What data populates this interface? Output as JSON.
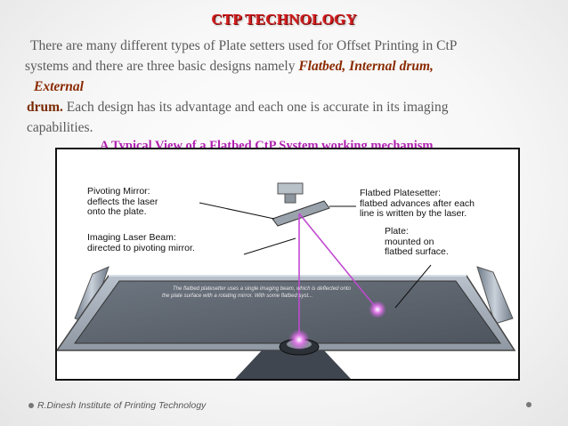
{
  "slide": {
    "title": "CTP TECHNOLOGY",
    "paragraph": {
      "line1": "There are many different types of Plate setters used for Offset Printing in CtP",
      "line2_start": "systems and there are three basic designs namely ",
      "flatbed": "Flatbed,",
      "internal_drum": "Internal drum,",
      "external": "External",
      "drum": "drum.",
      "line4_rest": " Each design has its advantage and each one is accurate in its imaging",
      "line5": "capabilities."
    },
    "caption": "A Typical View of a Flatbed CtP System working mechanism",
    "figure": {
      "label_pivot": "Pivoting Mirror:\ndeflects the laser\nonto the plate.",
      "label_laser": "Imaging Laser Beam:\ndirected to pivoting mirror.",
      "label_flatbed": "Flatbed Platesetter:\nflatbed advances after each\nline is written by the laser.",
      "label_plate": "Plate:\nmounted on\nflatbed surface.",
      "inner_text_1": "The flatbed platesetter uses a single imaging beam, which is deflected onto",
      "inner_text_2": "the plate surface with a rotating mirror. With some flatbed syst..."
    },
    "footer": "R.Dinesh Institute of Printing Technology"
  }
}
